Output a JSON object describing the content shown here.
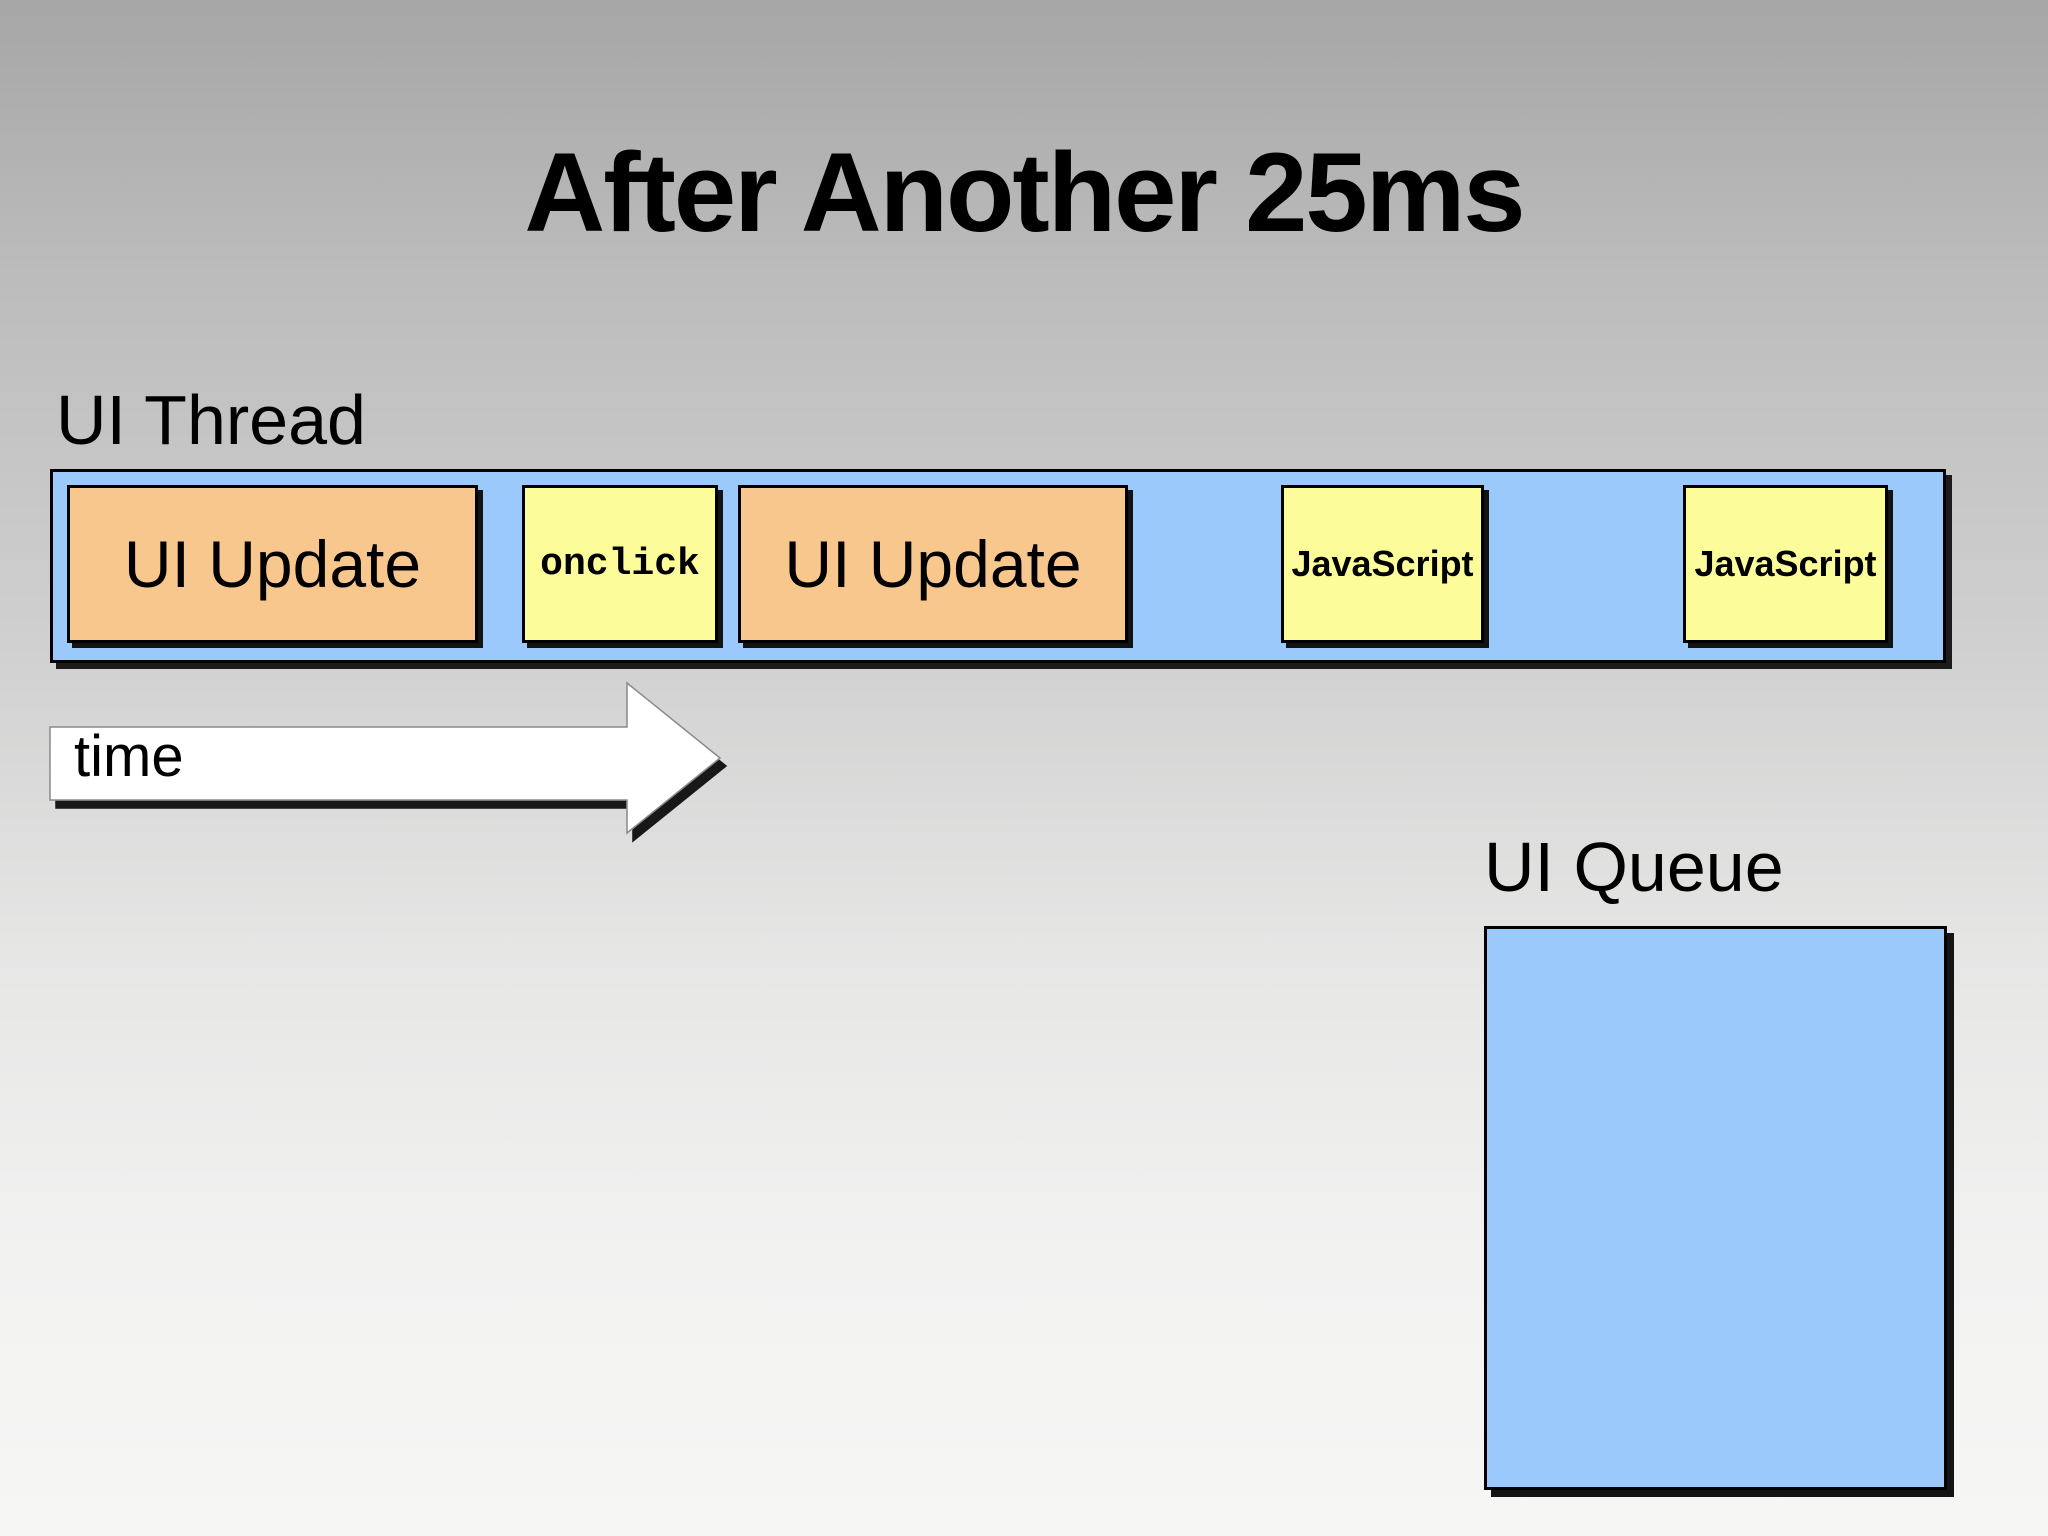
{
  "slide": {
    "title": "After Another 25ms",
    "ui_thread": {
      "label": "UI Thread",
      "blocks": [
        {
          "label": "UI Update",
          "type": "ui-update"
        },
        {
          "label": "onclick",
          "type": "code"
        },
        {
          "label": "UI Update",
          "type": "ui-update"
        },
        {
          "label": "JavaScript",
          "type": "javascript"
        },
        {
          "label": "JavaScript",
          "type": "javascript"
        }
      ]
    },
    "time_arrow": {
      "label": "time"
    },
    "ui_queue": {
      "label": "UI Queue",
      "items": []
    },
    "colors": {
      "background_top": "#a6a6a6",
      "background_bottom": "#f6f6f5",
      "thread_fill": "#9cc9fc",
      "ui_update_fill": "#f8c78e",
      "script_fill": "#fcfc9b",
      "arrow_fill": "#ffffff",
      "text": "#000000"
    }
  }
}
